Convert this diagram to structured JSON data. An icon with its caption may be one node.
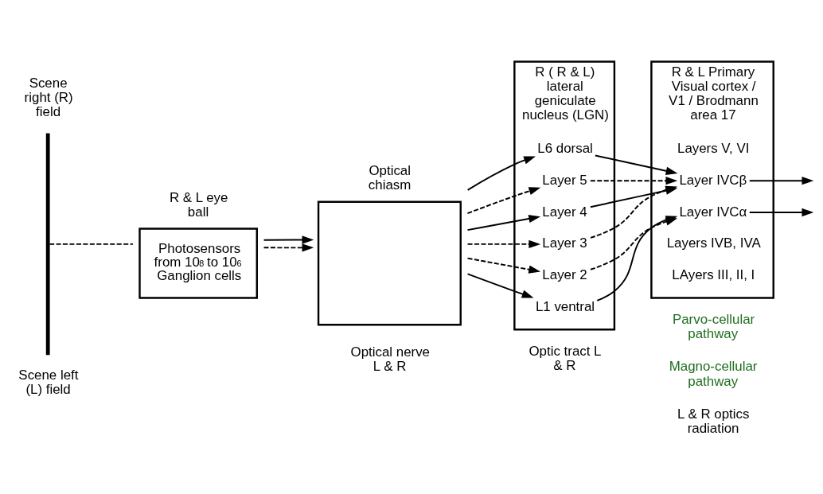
{
  "diagram": {
    "nodes": [
      {
        "text": [],
        "shape": "bar",
        "beside": [
          "Scene right (R) field",
          "Scene left (L) field"
        ]
      },
      {
        "text": [
          "R & L eye ball",
          "Photosensors from 10$^{8}$ to 10$^{6}$ Ganglion cells"
        ]
      },
      {
        "text": [
          "Optical chiasm"
        ]
      },
      {
        "text": [
          "R ( R & L) lateral geniculate nucleus (LGN)"
        ]
      },
      {
        "text": [
          "L6 dorsal"
        ],
        "in": 3
      },
      {
        "text": [
          "Layer 5"
        ],
        "in": 3
      },
      {
        "text": [
          "Layer 4"
        ],
        "in": 3
      },
      {
        "text": [
          "Layer 3"
        ],
        "in": 3
      },
      {
        "text": [
          "Layer 2"
        ],
        "in": 3
      },
      {
        "text": [
          "L1 ventral"
        ],
        "in": 3
      },
      {
        "text": [
          "R & L Primary Visual cortex / V1 / Brodmann area 17"
        ]
      },
      {
        "text": [
          "Layers V, VI"
        ],
        "in": 10
      },
      {
        "text": [
          "Layer IVCβ"
        ],
        "in": 10
      },
      {
        "text": [
          "Layer IVCα"
        ],
        "in": 10
      },
      {
        "text": [
          "Layers IVB, IVA"
        ],
        "in": 10
      },
      {
        "text": [
          "LAyers III, II, I"
        ],
        "in": 10
      }
    ],
    "edges": [
      {
        "from": 0,
        "to": 1,
        "arrow": "none",
        "style": "dashed"
      },
      {
        "from": 1,
        "to": 2,
        "arrow": "to",
        "style": "dashed"
      },
      {
        "from": 1,
        "to": 2,
        "arrow": "to"
      },
      {
        "from": 2,
        "to": 4,
        "arrow": "to"
      },
      {
        "from": 2,
        "to": 5,
        "arrow": "to",
        "style": "dashed"
      },
      {
        "from": 2,
        "to": 6,
        "arrow": "to"
      },
      {
        "from": 2,
        "to": 7,
        "arrow": "to",
        "style": "dashed"
      },
      {
        "from": 2,
        "to": 8,
        "arrow": "to",
        "style": "dashed"
      },
      {
        "from": 2,
        "to": 9,
        "arrow": "to"
      },
      {
        "from": 4,
        "to": 12,
        "arrow": "to"
      },
      {
        "from": 5,
        "to": 12,
        "arrow": "to",
        "style": "dashed"
      },
      {
        "from": 6,
        "to": 12,
        "arrow": "to"
      },
      {
        "from": 7,
        "to": 12,
        "arrow": "to",
        "style": "dashed"
      },
      {
        "from": 8,
        "to": 13,
        "arrow": "to",
        "style": "dashed"
      },
      {
        "from": 9,
        "to": 13,
        "arrow": "to"
      },
      {
        "from": 12,
        "to": null,
        "arrow": "to"
      },
      {
        "from": 13,
        "to": null,
        "arrow": "to"
      }
    ],
    "labels": [
      "Parvo-cellular pathway",
      "Magno-cellular pathway",
      "Optical nerve L & R",
      "Optic tract L & R",
      "L & R optics radiation"
    ]
  }
}
